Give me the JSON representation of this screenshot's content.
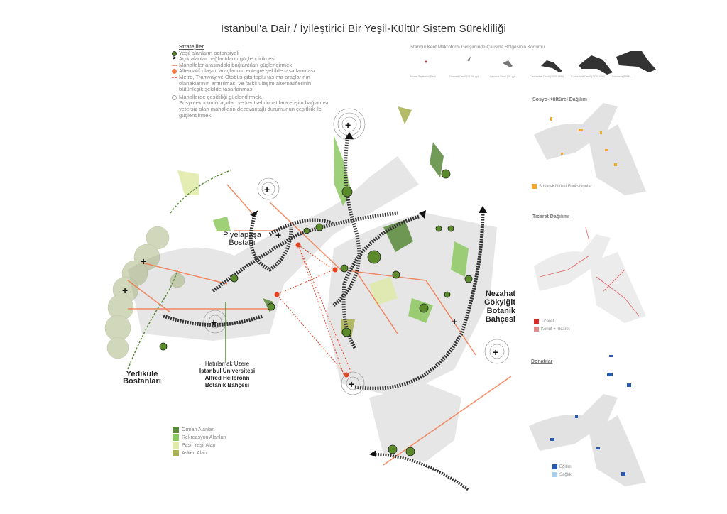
{
  "title": "İstanbul'a Dair  / İyileştirici Bir Yeşil-Kültür Sistem Sürekliliği",
  "strategies": {
    "heading": "Stratejiler",
    "items": [
      {
        "text": "Yeşil alanların potansiyeli",
        "color": "#5a8a2a"
      },
      {
        "text": "Açık alanlar bağlantıların güçlendirilmesi",
        "color": "#222"
      },
      {
        "text": "Mahalleler arasındaki bağlantıları güçlendirmek",
        "color": "#f0a080"
      },
      {
        "text": "Alternatif ulaşım araçlarının entegre şekilde tasarlanması",
        "color": "#f08050"
      },
      {
        "text": "Metro, Tramvay ve Otobüs gibi toplu taşıma araçlarının olanaklarının arttırılması ve farklı ulaşım alternatiflerinin bütünleşik şekilde tasarlanması",
        "color": "#f06040"
      },
      {
        "text": "Mahallerde çeşitliliği güçlendirmek.",
        "color": "#aaa"
      }
    ],
    "note": "Sosyo-ekonomik açıdan ve kentsel donatılara erişim bağlantısı yetersiz olan mahallerin dezavantajlı durumunun çeşitlilik ile güçlendirmek."
  },
  "timeline": {
    "title": "İstanbul Kent Makroform Gelişiminde Çalışma Bölgesinin Konumu",
    "periods": [
      "Bizans-Septimius Devri",
      "Osmanlı Devri (15-16. yy)",
      "Osmanlı Devri (19. yy)",
      "Cumhuriyet Devri (1920-1950)",
      "Cumhuriyet Devri (1970-1996)",
      "Günümüz(1996-...)"
    ]
  },
  "places": {
    "piyalepasa": "Piyelapaşa Bostanı",
    "yedikule": "Yedikule Bostanları",
    "hatirlamak": "Hatırlamak Üzere",
    "universite": "İstanbul Üniversitesi",
    "alfred": "Alfred Heilbronn Botanik Bahçesi",
    "nezahat": "Nezahat Gökyiğit Botanik Bahçesi"
  },
  "map_legend": [
    {
      "label": "Orman Alanları",
      "color": "#5a8a3a"
    },
    {
      "label": "Rekreasyon Alanları",
      "color": "#8cc860"
    },
    {
      "label": "Pasif Yeşil Alan",
      "color": "#e0eaa8"
    },
    {
      "label": "Askeri Alan",
      "color": "#a8b050"
    }
  ],
  "side_maps": [
    {
      "title": "Sosyo-Kültürel Dağılım",
      "legend": [
        {
          "label": "Sosyo-Kültürel Fonksiyonlar",
          "color": "#f5a623"
        }
      ]
    },
    {
      "title": "Ticaret Dağılımı",
      "legend": [
        {
          "label": "Ticaret",
          "color": "#d92b2b"
        },
        {
          "label": "Konut + Ticaret",
          "color": "#e08a8a"
        }
      ]
    },
    {
      "title": "Donatılar",
      "legend": [
        {
          "label": "Eğitim",
          "color": "#2a5ab0"
        },
        {
          "label": "Sağlık",
          "color": "#a8d0f0"
        }
      ]
    }
  ]
}
